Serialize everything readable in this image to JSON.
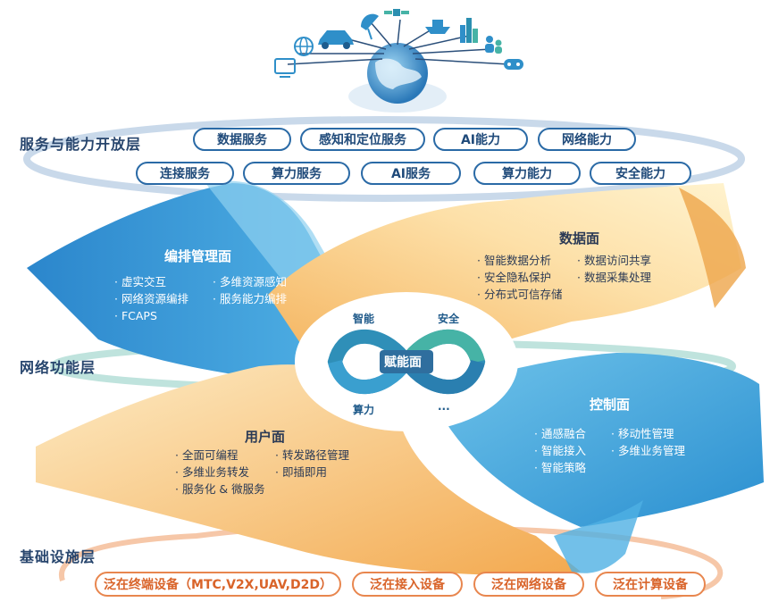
{
  "layers": {
    "service": "服务与能力开放层",
    "network": "网络功能层",
    "infra": "基础设施层"
  },
  "service_pills_row1": [
    "数据服务",
    "感知和定位服务",
    "AI能力",
    "网络能力"
  ],
  "service_pills_row2": [
    "连接服务",
    "算力服务",
    "AI服务",
    "算力能力",
    "安全能力"
  ],
  "orchestration": {
    "title": "编排管理面",
    "col1": [
      "· 虚实交互",
      "· 网络资源编排",
      "· FCAPS"
    ],
    "col2": [
      "· 多维资源感知",
      "· 服务能力编排"
    ]
  },
  "data_plane": {
    "title": "数据面",
    "col1": [
      "· 智能数据分析",
      "· 安全隐私保护",
      "· 分布式可信存储"
    ],
    "col2": [
      "· 数据访问共享",
      "· 数据采集处理"
    ]
  },
  "user_plane": {
    "title": "用户面",
    "col1": [
      "· 全面可编程",
      "· 多维业务转发",
      "· 服务化 & 微服务"
    ],
    "col2": [
      "· 转发路径管理",
      "· 即插即用"
    ]
  },
  "control_plane": {
    "title": "控制面",
    "col1": [
      "· 通感融合",
      "· 智能接入",
      "· 智能策略"
    ],
    "col2": [
      "· 移动性管理",
      "· 多维业务管理"
    ]
  },
  "enablement": {
    "title": "赋能面",
    "top_left": "智能",
    "top_right": "安全",
    "bottom_left": "算力",
    "bottom_right": "..."
  },
  "infra_pills": [
    "泛在终端设备（MTC,V2X,UAV,D2D）",
    "泛在接入设备",
    "泛在网络设备",
    "泛在计算设备"
  ],
  "colors": {
    "blue_plane": "#2a8fd0",
    "orange_plane": "#f2b160",
    "navy": "#27456d",
    "pill_orange": "#e8864e"
  },
  "icons": [
    "monitor-icon",
    "globe-small-icon",
    "car-icon",
    "radar-dish-icon",
    "satellite-icon",
    "ship-icon",
    "city-icon",
    "people-icon",
    "gamepad-icon",
    "earth-globe-icon"
  ]
}
